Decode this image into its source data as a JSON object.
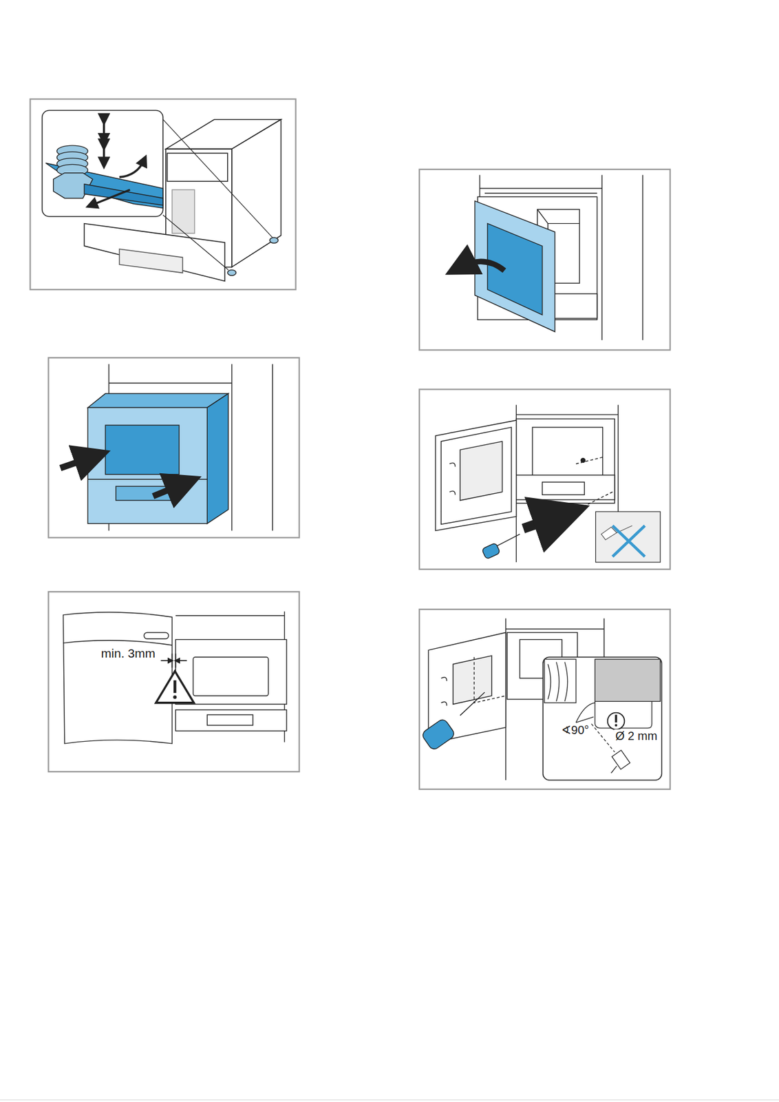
{
  "diagram": {
    "labels": [
      "min. 3mm",
      "∢90°",
      "Ø 2 mm"
    ]
  }
}
